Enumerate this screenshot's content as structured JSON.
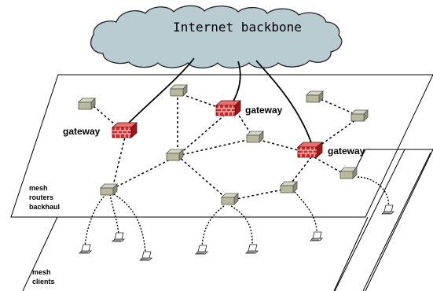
{
  "diagram": {
    "cloud_label": "Internet backbone",
    "gateway_label": "gateway",
    "layers": {
      "top_label_lines": [
        "mesh",
        "routers",
        "backhaul"
      ],
      "bottom_label_lines": [
        "mesh",
        "clients"
      ]
    },
    "colors": {
      "cloud_fill": "#b9ccd2",
      "cloud_stroke": "#222222",
      "router_face": "#b9b99d",
      "router_top": "#d6d6c4",
      "router_side": "#8f8f76",
      "gateway_face": "#cc2a2a",
      "gateway_top": "#ef6d6d",
      "gateway_side": "#9d1717",
      "line": "#000000"
    }
  }
}
